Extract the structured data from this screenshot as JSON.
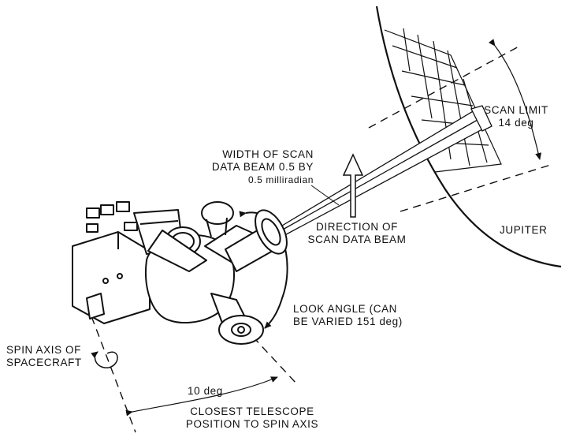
{
  "diagram": {
    "labels": {
      "scan_limit": [
        "SCAN LIMIT",
        "14 deg"
      ],
      "beam_width": [
        "WIDTH OF SCAN",
        "DATA BEAM 0.5 BY",
        "0.5 milliradian"
      ],
      "direction": [
        "DIRECTION OF",
        "SCAN DATA BEAM"
      ],
      "jupiter": "JUPITER",
      "look_angle": [
        "LOOK ANGLE (CAN",
        "BE VARIED 151 deg)"
      ],
      "spin_axis": [
        "SPIN AXIS OF",
        "SPACECRAFT"
      ],
      "ten_deg": "10 deg",
      "closest": [
        "CLOSEST TELESCOPE",
        "POSITION TO SPIN AXIS"
      ]
    }
  }
}
